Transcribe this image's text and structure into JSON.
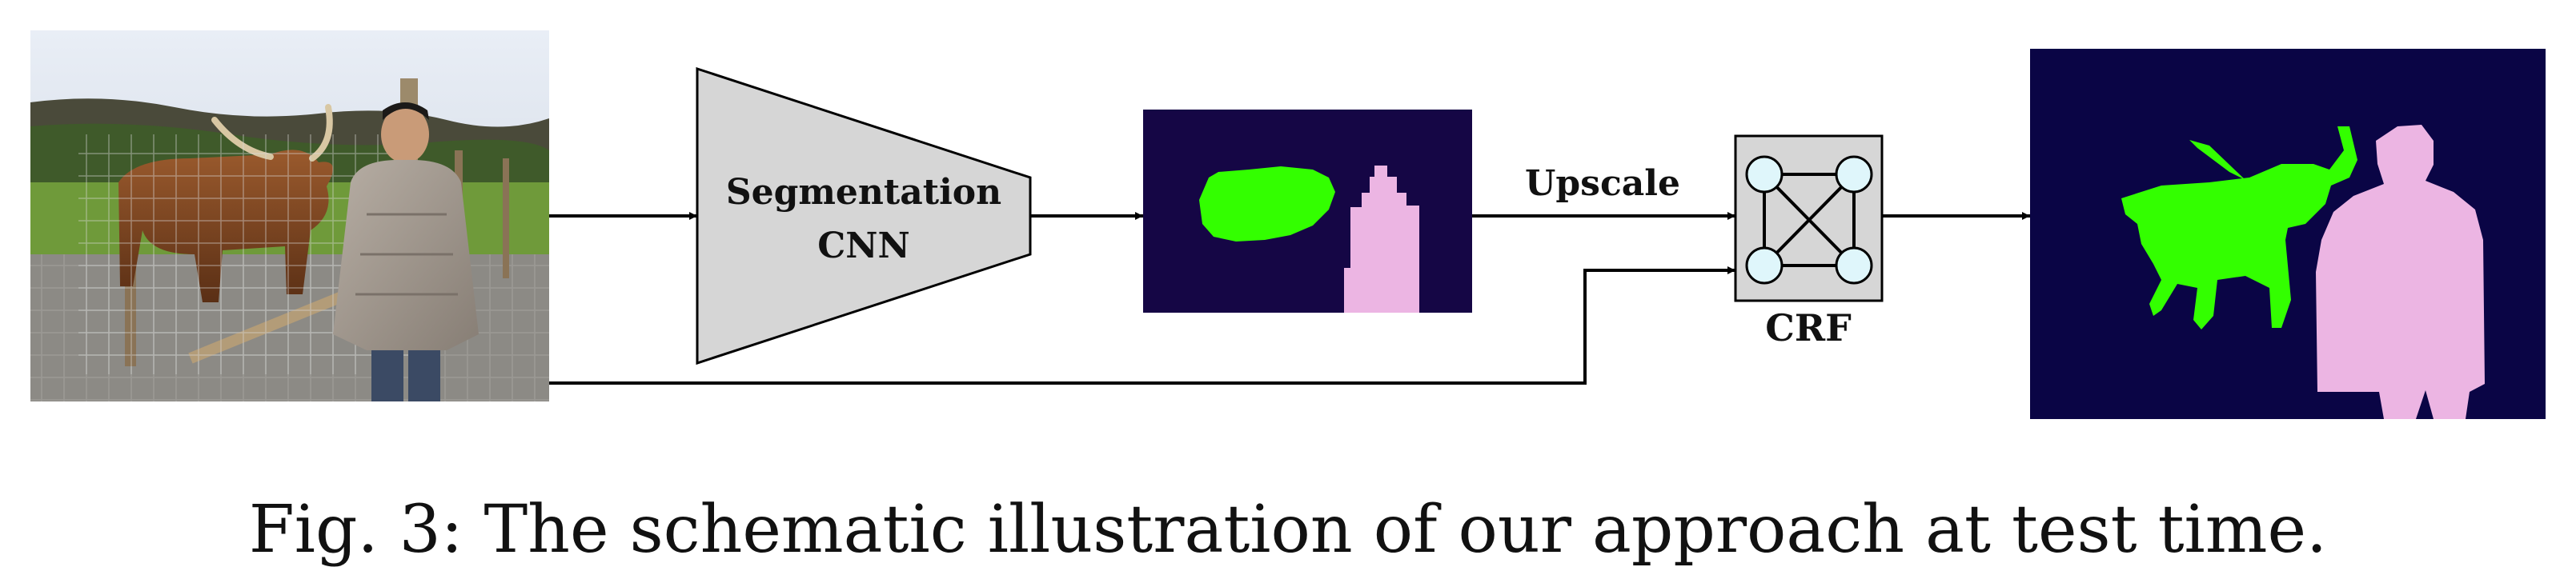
{
  "diagram": {
    "nodes": {
      "cnn": {
        "line1": "Segmentation",
        "line2": "CNN"
      },
      "crf": {
        "label": "CRF"
      }
    },
    "edges": {
      "upscale": {
        "label": "Upscale"
      }
    },
    "images": {
      "input_photo": {
        "content": "photo of a highland cow behind a fence next to a standing man"
      },
      "coarse_segmentation": {
        "content": "low-resolution label map: green cow blob, pink person blob"
      },
      "final_segmentation": {
        "content": "high-resolution label map: green cow, pink person"
      }
    }
  },
  "caption": {
    "text": "Fig. 3: The schematic illustration of our approach at test time."
  },
  "colors": {
    "label_background": "#0a0545",
    "cow_class": "#33ff00",
    "person_class": "#ecb5e3",
    "block_fill": "#d6d6d6",
    "crf_node_fill": "#dff6fb",
    "arrow": "#000000"
  }
}
